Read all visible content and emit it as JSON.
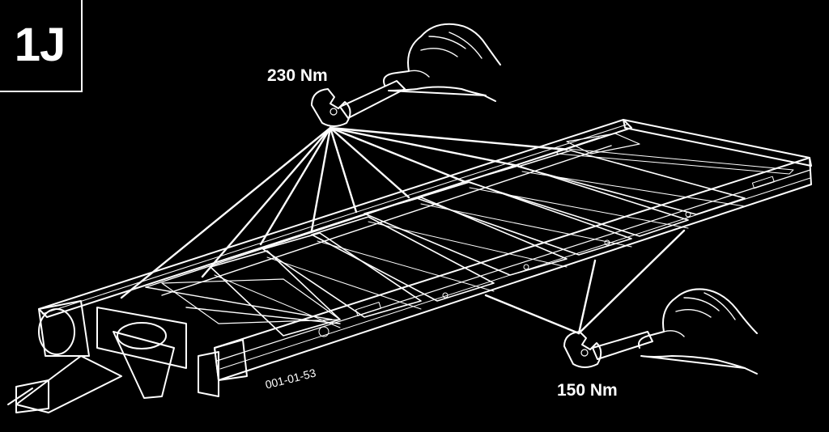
{
  "step": {
    "label": "1J"
  },
  "torques": {
    "upper": "230 Nm",
    "lower": "150 Nm"
  },
  "figure": {
    "code": "001-01-53"
  },
  "colors": {
    "background": "#000000",
    "line": "#ffffff"
  },
  "icons": [
    "wrench-icon",
    "hand-icon"
  ]
}
